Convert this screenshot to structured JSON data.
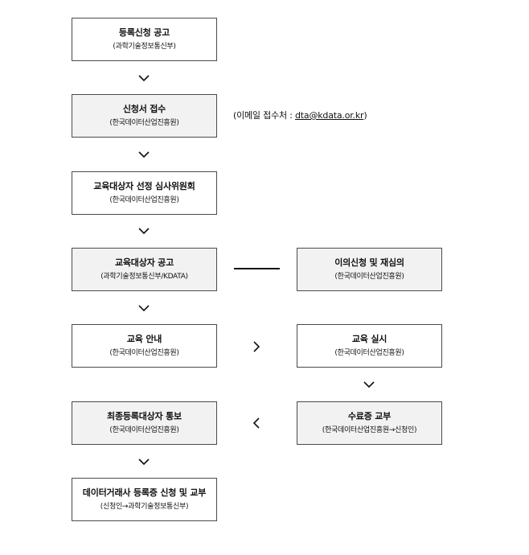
{
  "steps": [
    {
      "title": "등록신청 공고",
      "sub": "(과학기술정보통신부)"
    },
    {
      "title": "신청서 접수",
      "sub": "(한국데이터산업진흥원)"
    },
    {
      "title": "교육대상자 선정 심사위원회",
      "sub": "(한국데이터산업진흥원)"
    },
    {
      "title": "교육대상자 공고",
      "sub": "(과학기술정보통신부/KDATA)"
    },
    {
      "title": "교육 안내",
      "sub": "(한국데이터산업진흥원)"
    },
    {
      "title": "최종등록대상자 통보",
      "sub": "(한국데이터산업진흥원)"
    },
    {
      "title": "데이터거래사 등록증 신청 및 교부",
      "sub": "(신청인→과학기술정보통신부)"
    }
  ],
  "side_steps": [
    {
      "title": "이의신청 및 재심의",
      "sub": "(한국데이터산업진흥원)"
    },
    {
      "title": "교육 실시",
      "sub": "(한국데이터산업진흥원)"
    },
    {
      "title": "수료증 교부",
      "sub": "(한국데이터산업진흥원→신청인)"
    }
  ],
  "note": {
    "prefix": "(이메일 접수처 : ",
    "email": "dta@kdata.or.kr",
    "suffix": ")"
  }
}
